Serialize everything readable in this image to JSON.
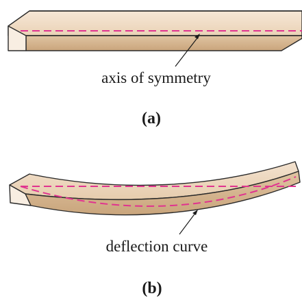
{
  "panels": {
    "a": {
      "label": "axis of symmetry",
      "caption": "(a)"
    },
    "b": {
      "label": "deflection curve",
      "caption": "(b)"
    }
  },
  "colors": {
    "beam_top": "#f3e0cb",
    "beam_front": "#d7b893",
    "beam_end": "#f8eee2",
    "outline": "#2a2a2a",
    "axis_line": "#e0338f",
    "text": "#1a1a1a"
  }
}
